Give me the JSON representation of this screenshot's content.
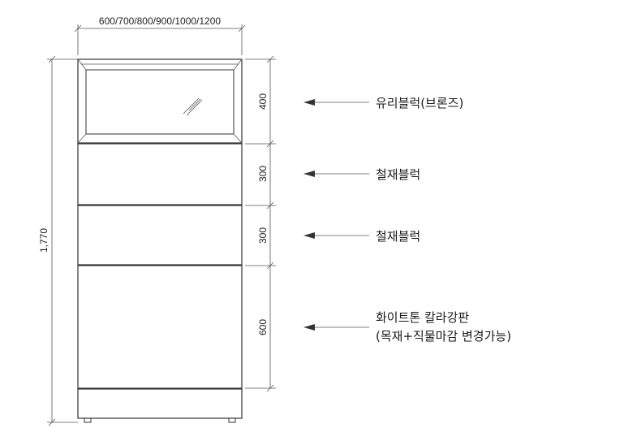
{
  "top_dimension": "600/700/800/900/1000/1200",
  "total_height": "1,770",
  "sections": [
    {
      "height_label": "400",
      "callout": [
        "유리블럭(브론즈)"
      ]
    },
    {
      "height_label": "300",
      "callout": [
        "철재블럭"
      ]
    },
    {
      "height_label": "300",
      "callout": [
        "철재블럭"
      ]
    },
    {
      "height_label": "600",
      "callout": [
        "화이트톤 칼라강판",
        "(목재+직물마감 변경가능)"
      ]
    }
  ],
  "colors": {
    "line": "#333333",
    "text": "#1a1a1a",
    "background": "#ffffff"
  }
}
